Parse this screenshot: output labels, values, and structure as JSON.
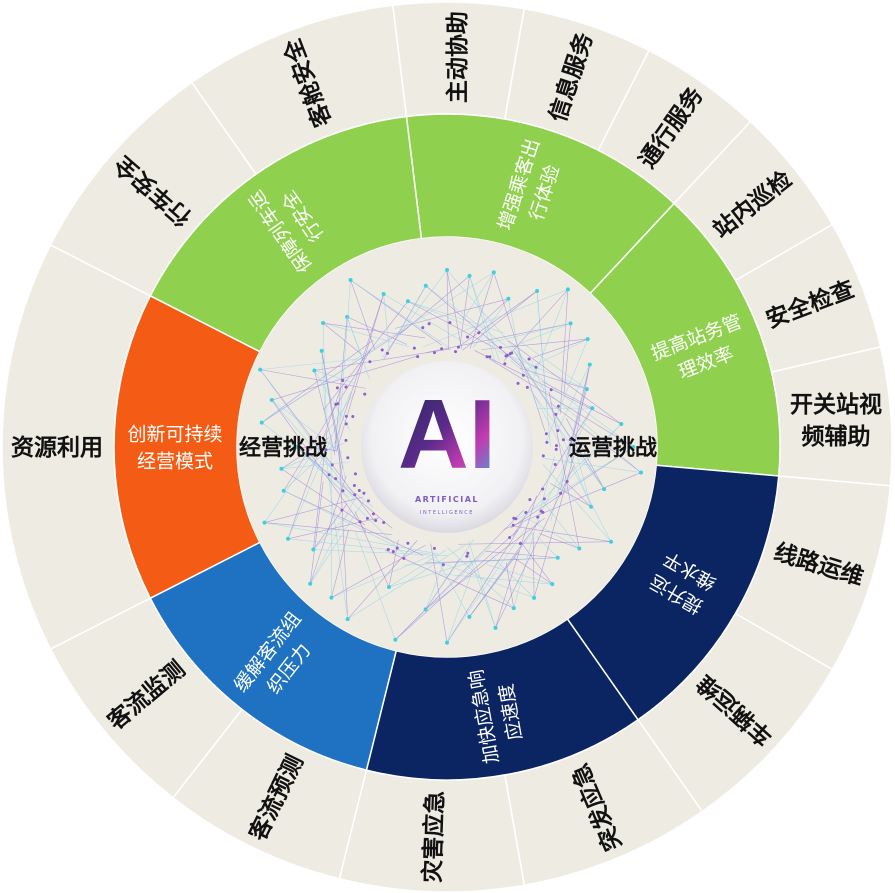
{
  "center": {
    "logo_text": "AI",
    "logo_sub1": "ARTIFICIAL",
    "logo_sub2": "INTELLIGENCE"
  },
  "inner_labels": {
    "left": "经营挑战",
    "right": "运营挑战"
  },
  "middle_ring": [
    {
      "lines": [
        "增强乘客出",
        "行体验"
      ],
      "color": "#8fd14f"
    },
    {
      "lines": [
        "提高站务管",
        "理效率"
      ],
      "color": "#8fd14f"
    },
    {
      "lines": [
        "提升运",
        "维水平"
      ],
      "color": "#0b2462"
    },
    {
      "lines": [
        "加快应急响",
        "应速度"
      ],
      "color": "#0b2462"
    },
    {
      "lines": [
        "缓解客流组",
        "织压力"
      ],
      "color": "#1f72c1"
    },
    {
      "lines": [
        "创新可持续",
        "经营模式"
      ],
      "color": "#f45b15"
    },
    {
      "lines": [
        "保障列车运",
        "行安全"
      ],
      "color": "#8fd14f"
    }
  ],
  "outer_ring": [
    {
      "lines": [
        "主动协助"
      ]
    },
    {
      "lines": [
        "信息服务"
      ]
    },
    {
      "lines": [
        "通行服务"
      ]
    },
    {
      "lines": [
        "站内巡检"
      ]
    },
    {
      "lines": [
        "安全检查"
      ]
    },
    {
      "lines": [
        "开关站视",
        "频辅助"
      ]
    },
    {
      "lines": [
        "线路运维"
      ]
    },
    {
      "lines": [
        "车辆运维"
      ]
    },
    {
      "lines": [
        "突发应急"
      ]
    },
    {
      "lines": [
        "灾害应急"
      ]
    },
    {
      "lines": [
        "客流预测"
      ]
    },
    {
      "lines": [
        "客流监测"
      ]
    },
    {
      "lines": [
        "资源利用"
      ]
    },
    {
      "lines": [
        "行车安全"
      ]
    },
    {
      "lines": [
        "客舱安全"
      ]
    }
  ],
  "colors": {
    "outer_bg": "#eeebe3",
    "inner_bg": "#eeebe3",
    "separator": "#ffffff"
  }
}
